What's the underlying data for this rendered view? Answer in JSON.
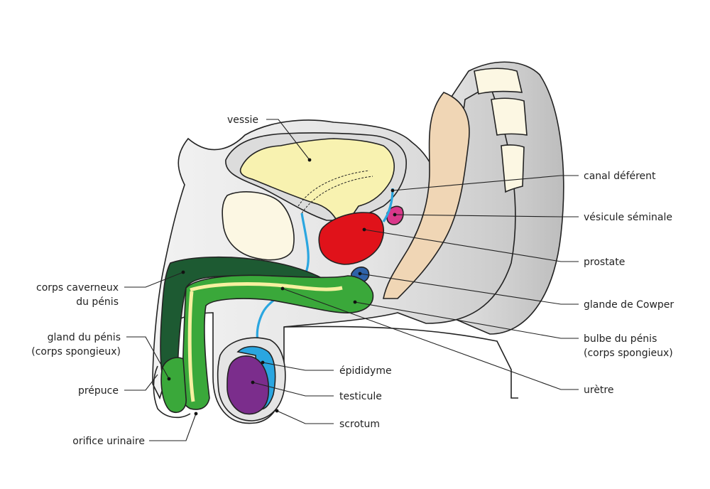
{
  "colors": {
    "body_fill": "#e6e6e6",
    "body_shadow": "#cfcfcf",
    "bladder": "#f8f2b0",
    "bone": "#fcf7e3",
    "rectum": "#f0d6b5",
    "prostate": "#e0121a",
    "seminal_vesicle": "#d9388a",
    "cowper": "#2f62a8",
    "vas_deferens": "#2aa6e0",
    "corpus_cavernosum": "#1d5a32",
    "corpus_spongiosum": "#3aa83a",
    "urethra": "#f7f0a0",
    "testicle": "#7b2d8c",
    "epididymis": "#2aa6e0"
  },
  "labels": {
    "vessie": "vessie",
    "canal_deferent": "canal déférent",
    "vesicule_seminale": "vésicule séminale",
    "prostate": "prostate",
    "glande_cowper": "glande de Cowper",
    "bulbe_line1": "bulbe du pénis",
    "bulbe_line2": "(corps spongieux)",
    "uretre": "urètre",
    "epididyme": "épididyme",
    "testicule": "testicule",
    "scrotum": "scrotum",
    "corps_caverneux_line1": "corps caverneux",
    "corps_caverneux_line2": "du pénis",
    "gland_line1": "gland du pénis",
    "gland_line2": "(corps spongieux)",
    "prepuce": "prépuce",
    "orifice": "orifice urinaire"
  }
}
